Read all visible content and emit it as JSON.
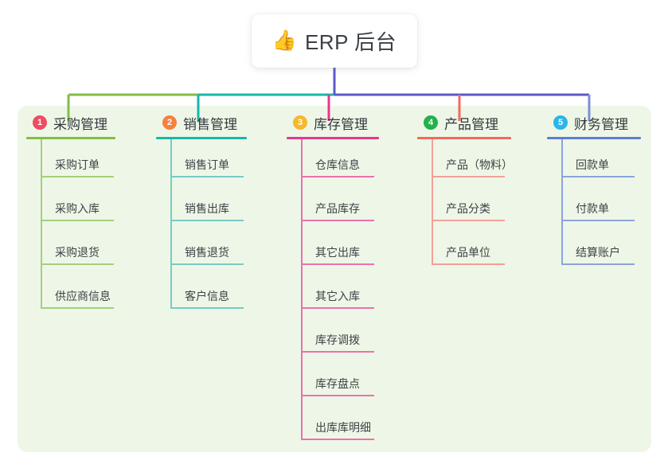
{
  "root": {
    "emoji": "👍",
    "emoji_name": "thumbs-up-icon",
    "title": "ERP 后台"
  },
  "palette": {
    "panel_bg": "#eef7e7",
    "page_bg": "#ffffff",
    "text": "#3d4147",
    "trunk": "#5a5ac8",
    "green": "#82bd46",
    "teal": "#16b8a8",
    "pink": "#e8368f",
    "red": "#f4695e",
    "blue": "#7b8fd6"
  },
  "chart_data": {
    "type": "tree",
    "title": "ERP 后台",
    "root_label": "ERP 后台",
    "branch_count": 5,
    "leaf_count": 21
  },
  "columns": [
    {
      "index": "1",
      "title": "采购管理",
      "badge_color": "#ef4c63",
      "rule_color": "#82bd46",
      "line_color": "#a5cf7c",
      "connector_color": "#82bd46",
      "items": [
        "采购订单",
        "采购入库",
        "采购退货",
        "供应商信息"
      ]
    },
    {
      "index": "2",
      "title": "销售管理",
      "badge_color": "#f5823f",
      "rule_color": "#16b8a8",
      "line_color": "#76ccc4",
      "connector_color": "#16b8a8",
      "items": [
        "销售订单",
        "销售出库",
        "销售退货",
        "客户信息"
      ]
    },
    {
      "index": "3",
      "title": "库存管理",
      "badge_color": "#f5b82e",
      "rule_color": "#e8368f",
      "line_color": "#ec70ad",
      "connector_color": "#e8368f",
      "items": [
        "仓库信息",
        "产品库存",
        "其它出库",
        "其它入库",
        "库存调拨",
        "库存盘点",
        "出库库明细"
      ]
    },
    {
      "index": "4",
      "title": "产品管理",
      "badge_color": "#22b14c",
      "rule_color": "#f4695e",
      "line_color": "#f4a098",
      "connector_color": "#f4695e",
      "items": [
        "产品（物料）",
        "产品分类",
        "产品单位"
      ]
    },
    {
      "index": "5",
      "title": "财务管理",
      "badge_color": "#29b6e8",
      "rule_color": "#5a7fd4",
      "line_color": "#8ba3dc",
      "connector_color": "#7b8fd6",
      "items": [
        "回款单",
        "付款单",
        "结算账户"
      ]
    }
  ]
}
